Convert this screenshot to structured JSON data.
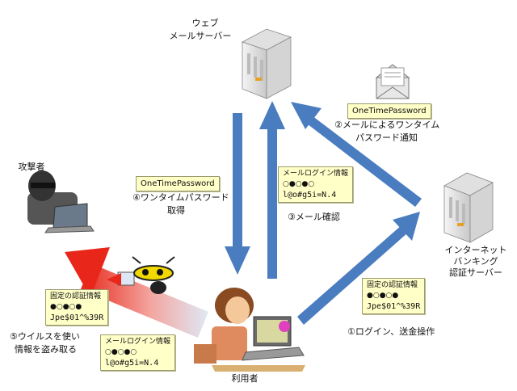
{
  "servers": {
    "mail": {
      "label_line1": "ウェブ",
      "label_line2": "メールサーバー"
    },
    "bank": {
      "label_line1": "インターネット",
      "label_line2": "バンキング",
      "label_line3": "認証サーバー"
    }
  },
  "actors": {
    "attacker": "攻撃者",
    "user": "利用者"
  },
  "steps": {
    "step1": "①ログイン、送金操作",
    "step2_line1": "②メールによるワンタイム",
    "step2_line2": "パスワード通知",
    "step3": "③メール確認",
    "step4_line1": "④ワンタイムパスワード",
    "step4_line2": "取得",
    "step5_line1": "⑤ウイルスを使い",
    "step5_line2": "情報を盗み取る"
  },
  "notes": {
    "otp_top": "OneTimePassword",
    "otp_left": "OneTimePassword",
    "mail_login": {
      "title": "メールログイン情報",
      "pattern": "○●○●○",
      "value": "l@o#g5i=N.4"
    },
    "auth_info_right": {
      "title": "固定の認証情報",
      "pattern": "●○●○●",
      "value": "Jpe$01^%39R"
    },
    "auth_info_left": {
      "title": "固定の認証情報",
      "pattern": "●○●○●",
      "value": "Jpe$01^%39R"
    },
    "mail_login_left": {
      "title": "メールログイン情報",
      "pattern": "○●○●○",
      "value": "l@o#g5i=N.4"
    }
  },
  "colors": {
    "arrow_blue": "#4a7cc0",
    "arrow_red": "#e53020",
    "note_bg": "#ffffc8"
  }
}
